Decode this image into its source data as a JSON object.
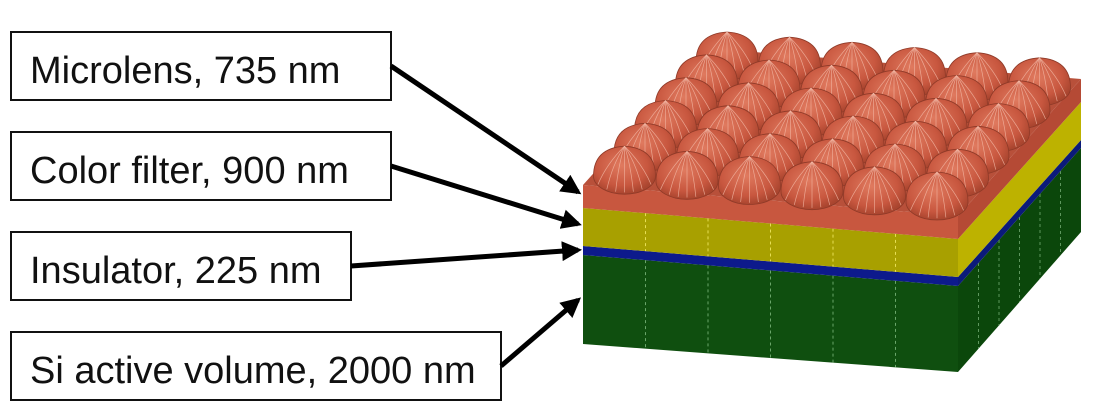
{
  "labels": {
    "microlens": "Microlens, 735 nm",
    "color_filter": "Color filter, 900 nm",
    "insulator": "Insulator, 225 nm",
    "si_active": "Si active volume, 2000 nm"
  },
  "colors": {
    "microlens": "#c8573f",
    "microlens_side": "#b54a35",
    "microlens_highlight": "#e48a70",
    "color_filter_front": "#a8a000",
    "color_filter_side": "#bdb200",
    "insulator_front": "#0d1a8c",
    "insulator_side": "#0b1a7a",
    "si_front": "#0f4f0f",
    "si_side": "#0b470b",
    "arrow": "#000000"
  },
  "grid": {
    "rows": 6,
    "cols": 6
  }
}
